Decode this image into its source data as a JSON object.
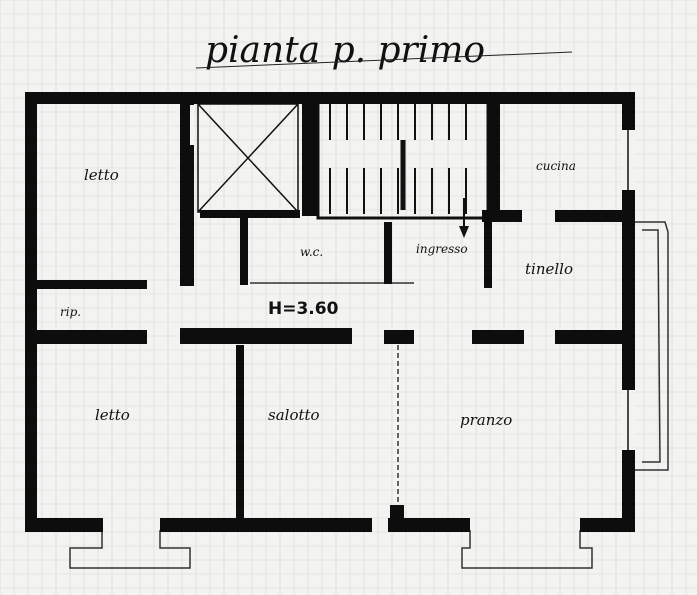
{
  "title": "pianta p. primo",
  "height_label": "H=3.60",
  "rooms": {
    "letto_top": "letto",
    "cucina": "cucina",
    "wc": "w.c.",
    "ingresso": "ingresso",
    "tinello": "tinello",
    "ripostiglio": "rip.",
    "letto_bottom": "letto",
    "salotto": "salotto",
    "pranzo": "pranzo"
  },
  "colors": {
    "wall": "#0d0d0d",
    "paper": "#f3f3f1",
    "grid": "#d6d6d2",
    "line": "#333333"
  }
}
